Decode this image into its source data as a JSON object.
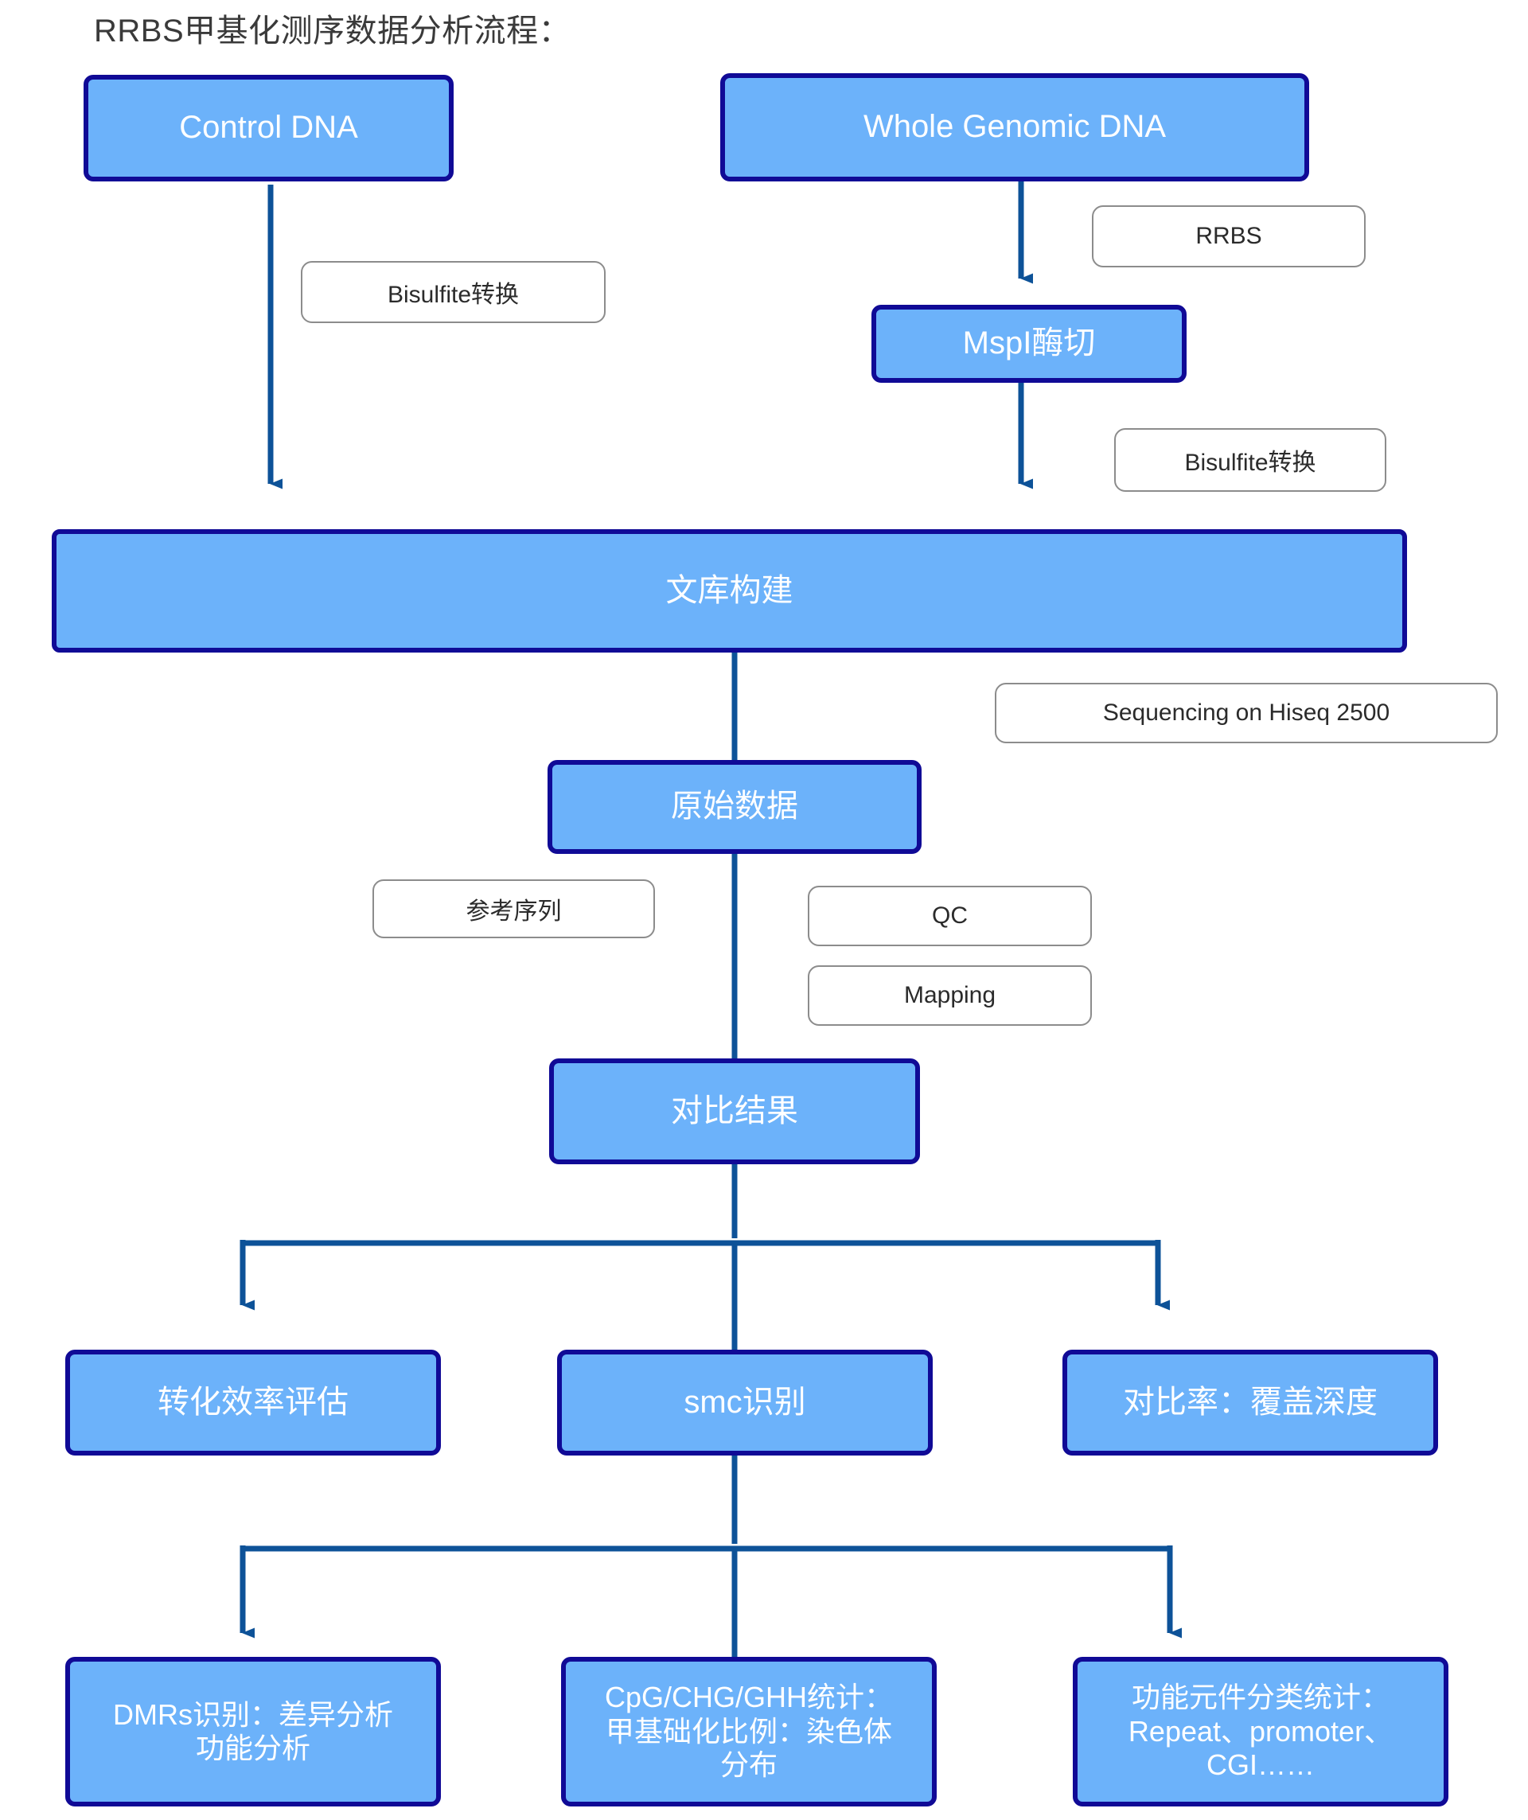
{
  "title": "RRBS甲基化测序数据分析流程：",
  "colors": {
    "node_fill": "#6cb2fa",
    "node_border": "#100a96",
    "node_text": "#ffffff",
    "tag_fill": "#ffffff",
    "tag_border": "#8c8c8c",
    "tag_text": "#2b2b2b",
    "connector": "#0d5298",
    "title_text": "#3a3a3a",
    "background": "#ffffff"
  },
  "nodes": {
    "control_dna": "Control DNA",
    "whole_genomic_dna": "Whole Genomic DNA",
    "mspi": "MspI酶切",
    "library": "文库构建",
    "raw_data": "原始数据",
    "align_result": "对比结果",
    "conversion_eff": "转化效率评估",
    "smc": "smc识别",
    "align_rate": "对比率：覆盖深度",
    "dmrs_line1": "DMRs识别：差异分析",
    "dmrs_line2": "功能分析",
    "cpg_line1": "CpG/CHG/GHH统计：",
    "cpg_line2": "甲基础化比例：染色体",
    "cpg_line3": "分布",
    "func_line1": "功能元件分类统计：",
    "func_line2": "Repeat、promoter、",
    "func_line3": "CGI……"
  },
  "tags": {
    "bisulfite_left": "Bisulfite转换",
    "rrbs": "RRBS",
    "bisulfite_right": "Bisulfite转换",
    "sequencing": "Sequencing on Hiseq 2500",
    "reference": "参考序列",
    "qc": "QC",
    "mapping": "Mapping"
  }
}
